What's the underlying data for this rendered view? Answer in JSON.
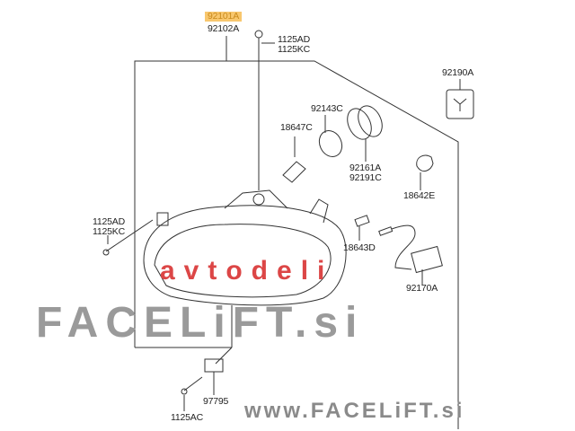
{
  "labels": {
    "headlamp_lh": "92101A",
    "headlamp_rh": "92102A",
    "screw_top_1": "1125AD",
    "screw_top_2": "1125KC",
    "cover": "92190A",
    "packing": "92143C",
    "bulb_main": "18647C",
    "cap_1": "92161A",
    "cap_2": "92191C",
    "bulb_turn": "18642E",
    "screw_left_1": "1125AD",
    "screw_left_2": "1125KC",
    "bulb_position": "18643D",
    "wiring": "92170A",
    "bracket": "97795",
    "screw_bottom": "1125AC"
  },
  "watermark": {
    "brand": "FACELiFT.si",
    "sub": "avtodeli",
    "url": "www.FACELiFT.si"
  },
  "colors": {
    "highlight": "#f8c76e",
    "watermark_red": "#dc4646"
  }
}
